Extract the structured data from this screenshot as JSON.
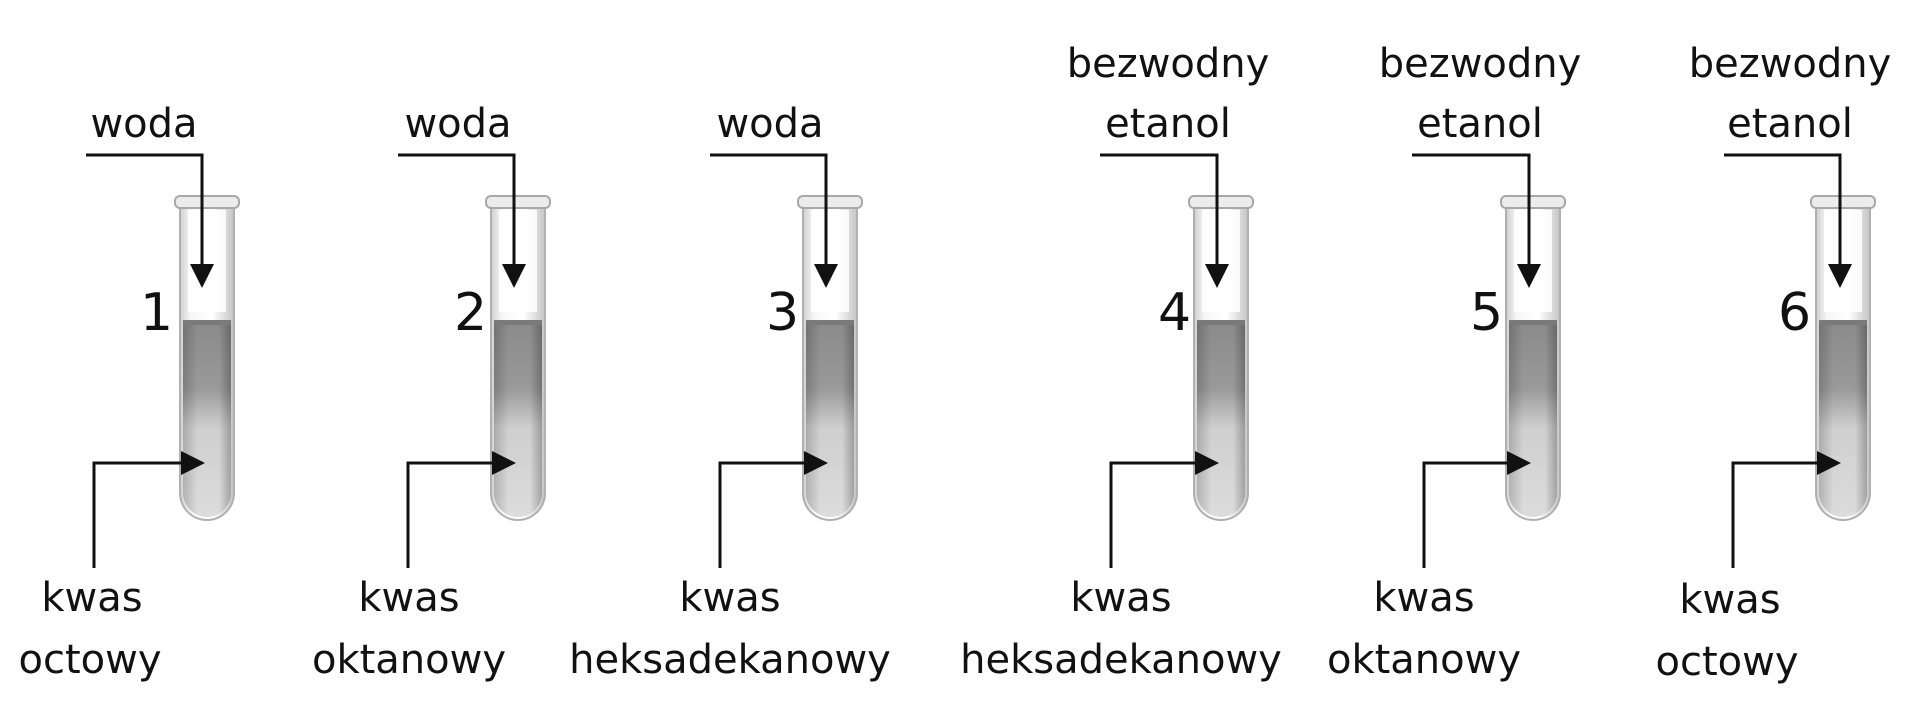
{
  "tubes": [
    {
      "number": "1",
      "solvent": [
        "woda"
      ],
      "acid": [
        "kwas",
        "octowy"
      ]
    },
    {
      "number": "2",
      "solvent": [
        "woda"
      ],
      "acid": [
        "kwas",
        "oktanowy"
      ]
    },
    {
      "number": "3",
      "solvent": [
        "woda"
      ],
      "acid": [
        "kwas",
        "heksadekanowy"
      ]
    },
    {
      "number": "4",
      "solvent": [
        "bezwodny",
        "etanol"
      ],
      "acid": [
        "kwas",
        "heksadekanowy"
      ]
    },
    {
      "number": "5",
      "solvent": [
        "bezwodny",
        "etanol"
      ],
      "acid": [
        "kwas",
        "oktanowy"
      ]
    },
    {
      "number": "6",
      "solvent": [
        "bezwodny",
        "etanol"
      ],
      "acid": [
        "kwas",
        "octowy"
      ]
    }
  ],
  "colors": {
    "glass": "#f2f2f2",
    "glass_edge": "#b5b5b5",
    "liquid_dark": "#8c8c8c",
    "liquid_light": "#d8d8d8",
    "arrow": "#111111"
  }
}
